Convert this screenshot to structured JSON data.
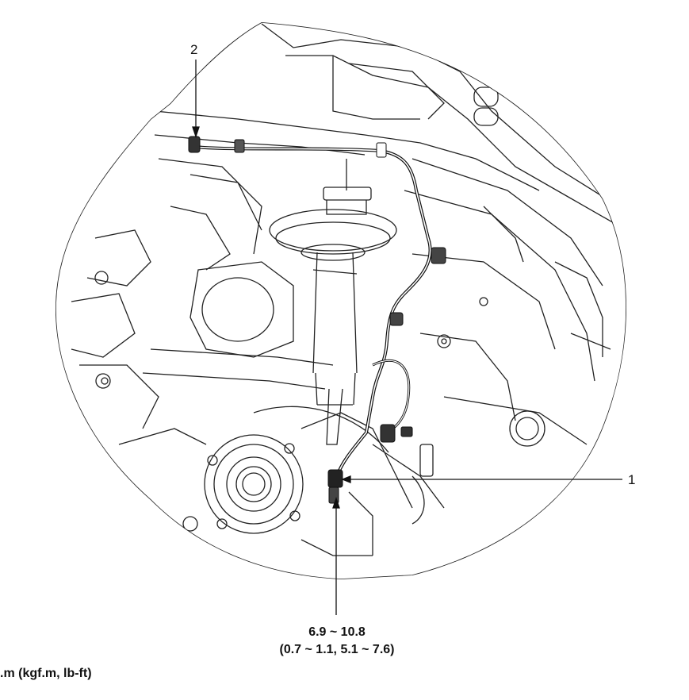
{
  "diagram": {
    "callouts": [
      {
        "id": "1",
        "label": "1"
      },
      {
        "id": "2",
        "label": "2"
      }
    ],
    "torque": {
      "nm": "6.9 ~ 10.8",
      "kgfm_lbft": "(0.7 ~ 1.1, 5.1 ~ 7.6)"
    },
    "unit_note": ".m (kgf.m, lb-ft)"
  }
}
